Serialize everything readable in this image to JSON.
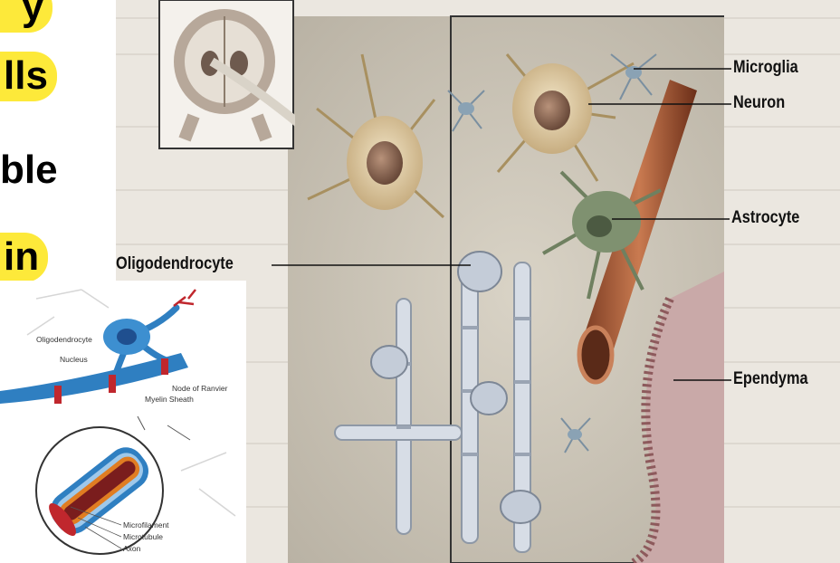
{
  "slide_text": {
    "line1": "y",
    "line2": "lls",
    "line3": "ble",
    "line4": "in"
  },
  "main_labels": {
    "microglia": "Microglia",
    "neuron": "Neuron",
    "astrocyte": "Astrocyte",
    "oligodendrocyte": "Oligodendrocyte",
    "ependyma": "Ependyma"
  },
  "inset_labels": {
    "oligodendrocyte": "Oligodendrocyte",
    "nucleus": "Nucleus",
    "node_of_ranvier": "Node of Ranvier",
    "myelin_sheath": "Myelin Sheath",
    "microfilament": "Microfilament",
    "microtubule": "Microtubule",
    "axon": "Axon"
  },
  "colors": {
    "highlight": "#fde93a",
    "myelin_blue": "#2f7fc1",
    "node_red": "#c0272d"
  }
}
